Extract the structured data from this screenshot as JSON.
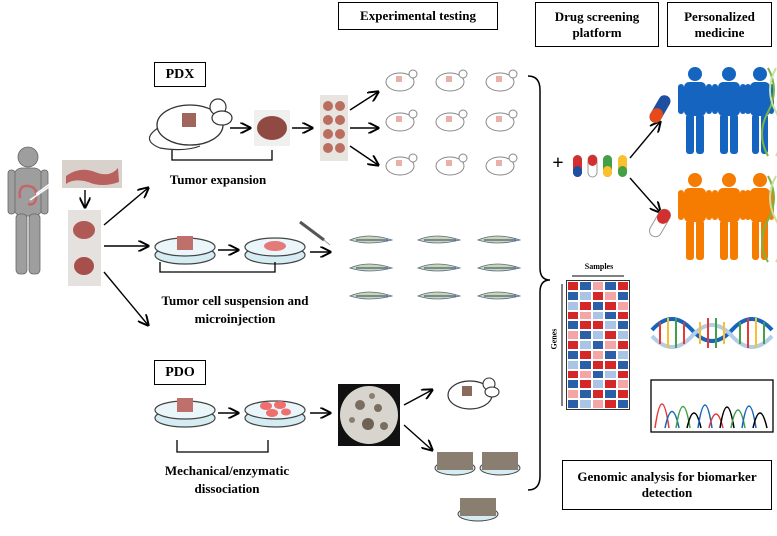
{
  "boxes": {
    "experimental_testing": "Experimental testing",
    "drug_screening": "Drug screening platform",
    "personalized_medicine": "Personalized medicine",
    "pdx": "PDX",
    "pdo": "PDO",
    "genomic_analysis": "Genomic analysis for biomarker detection"
  },
  "labels": {
    "tumor_expansion": "Tumor expansion",
    "tumor_cell_suspension": "Tumor cell suspension and microinjection",
    "dissociation": "Mechanical/enzymatic dissociation",
    "samples": "Samples",
    "genes": "Genes",
    "plus": "+"
  },
  "colors": {
    "heat_red": "#d62728",
    "heat_light_red": "#f4a6a6",
    "heat_blue": "#2b5fa8",
    "heat_light_blue": "#a9c4e4",
    "human_blue": "#1565c0",
    "human_orange": "#f57c00"
  },
  "heatmap": [
    [
      "r",
      "b",
      "lr",
      "b",
      "r"
    ],
    [
      "b",
      "lb",
      "r",
      "lr",
      "b"
    ],
    [
      "lb",
      "r",
      "b",
      "r",
      "lr"
    ],
    [
      "r",
      "lr",
      "lb",
      "b",
      "r"
    ],
    [
      "b",
      "r",
      "r",
      "lb",
      "b"
    ],
    [
      "lr",
      "b",
      "lb",
      "r",
      "lb"
    ],
    [
      "r",
      "lb",
      "b",
      "lr",
      "r"
    ],
    [
      "b",
      "r",
      "lr",
      "b",
      "lb"
    ],
    [
      "lb",
      "b",
      "r",
      "r",
      "b"
    ],
    [
      "r",
      "lr",
      "b",
      "lb",
      "r"
    ],
    [
      "b",
      "r",
      "lb",
      "r",
      "lr"
    ],
    [
      "lr",
      "b",
      "r",
      "b",
      "r"
    ],
    [
      "b",
      "lb",
      "lr",
      "r",
      "b"
    ]
  ]
}
